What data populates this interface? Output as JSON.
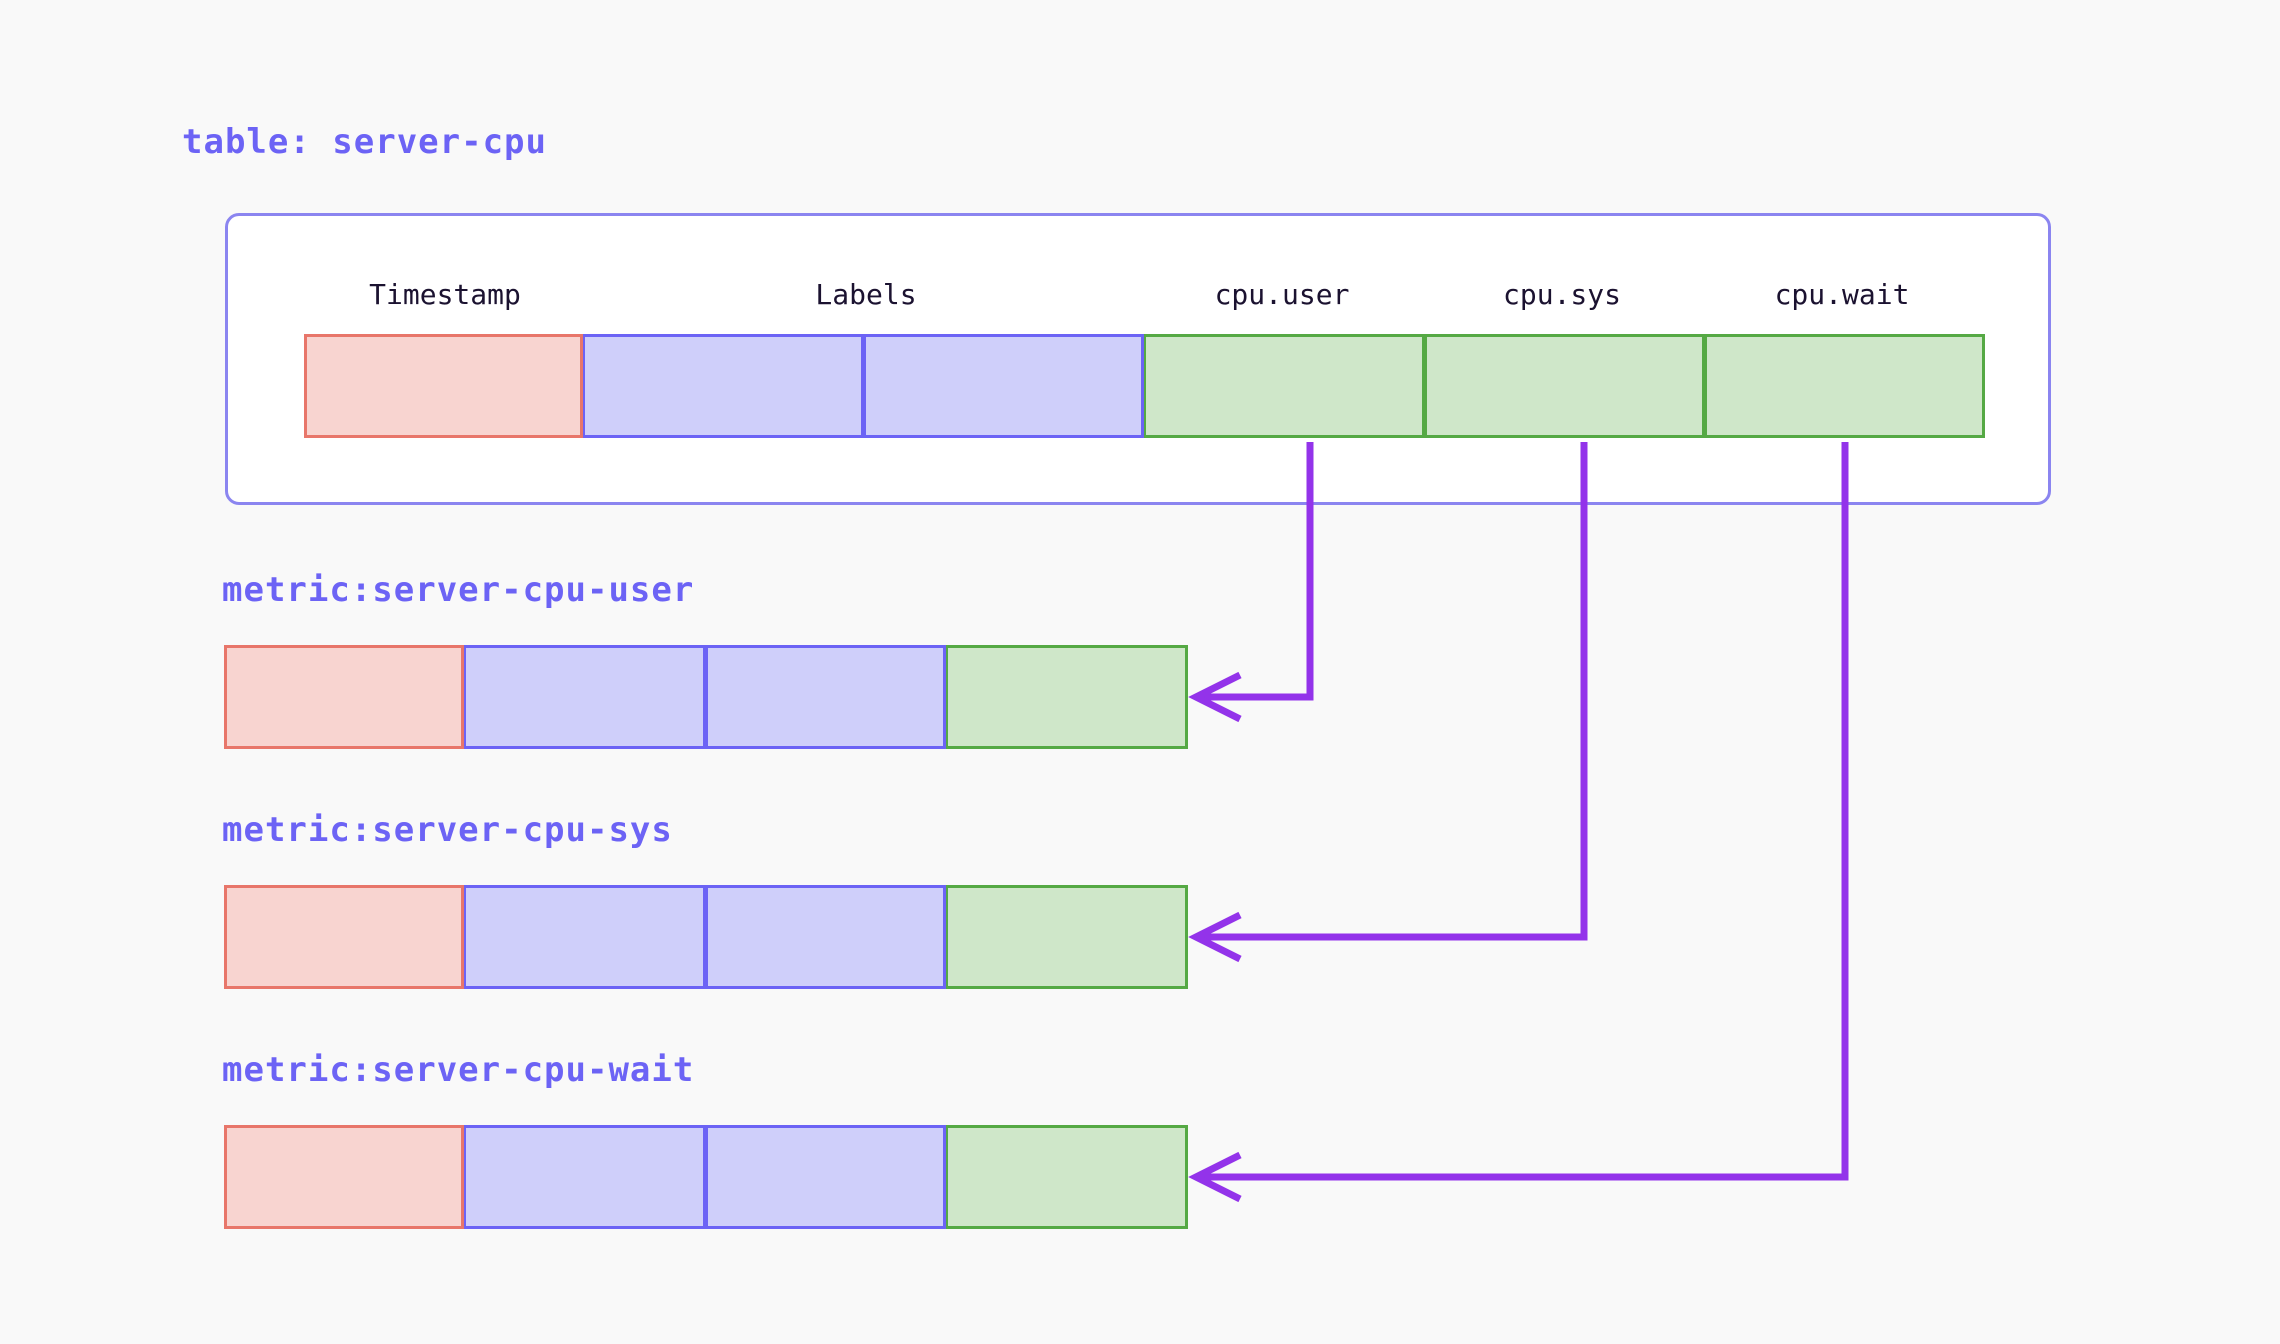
{
  "page": {
    "background_color": "#f9f9f9",
    "accent_color": "#6c63f5",
    "arrow_color": "#9333ea"
  },
  "table": {
    "title": "table: server-cpu",
    "card_border_color": "#8b85f0",
    "columns": [
      {
        "label": "Timestamp",
        "kind": "timestamp",
        "color": "pink"
      },
      {
        "label": "Labels",
        "kind": "labels",
        "color": "blue"
      },
      {
        "label": "",
        "kind": "labels",
        "color": "blue"
      },
      {
        "label": "cpu.user",
        "kind": "field",
        "color": "green"
      },
      {
        "label": "cpu.sys",
        "kind": "field",
        "color": "green"
      },
      {
        "label": "cpu.wait",
        "kind": "field",
        "color": "green"
      }
    ],
    "header_labels": [
      "Timestamp",
      "Labels",
      "cpu.user",
      "cpu.sys",
      "cpu.wait"
    ]
  },
  "metrics": [
    {
      "title": "metric:server-cpu-user",
      "source_column": "cpu.user",
      "cells": [
        "pink",
        "blue",
        "blue",
        "green"
      ]
    },
    {
      "title": "metric:server-cpu-sys",
      "source_column": "cpu.sys",
      "cells": [
        "pink",
        "blue",
        "blue",
        "green"
      ]
    },
    {
      "title": "metric:server-cpu-wait",
      "source_column": "cpu.wait",
      "cells": [
        "pink",
        "blue",
        "blue",
        "green"
      ]
    }
  ],
  "legend_colors": {
    "timestamp_fill": "#f8d4d0",
    "timestamp_border": "#e8766a",
    "labels_fill": "#cfcffa",
    "labels_border": "#6c63f5",
    "field_fill": "#cfe7c9",
    "field_border": "#55a944"
  }
}
